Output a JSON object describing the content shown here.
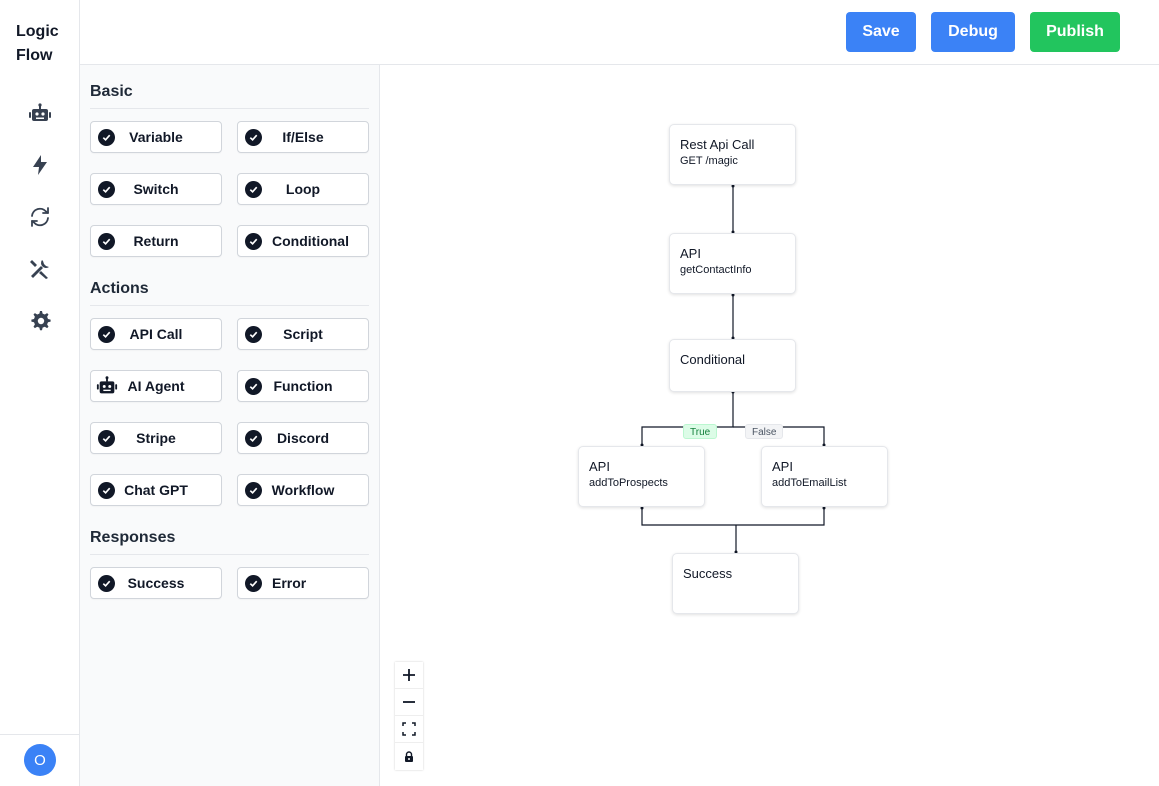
{
  "app": {
    "title_line1": "Logic",
    "title_line2": "Flow"
  },
  "rail": {
    "icons": [
      "robot-icon",
      "bolt-icon",
      "refresh-icon",
      "tools-icon",
      "gear-icon"
    ],
    "avatar_initial": "O",
    "avatar_color": "#3b82f6"
  },
  "toolbar": {
    "save_label": "Save",
    "debug_label": "Debug",
    "publish_label": "Publish",
    "save_color": "#3b82f6",
    "publish_color": "#22c55e"
  },
  "palette": {
    "basic": {
      "title": "Basic",
      "items": [
        "Variable",
        "If/Else",
        "Switch",
        "Loop",
        "Return",
        "Conditional"
      ]
    },
    "actions": {
      "title": "Actions",
      "items": [
        "API Call",
        "Script",
        "AI Agent",
        "Function",
        "Stripe",
        "Discord",
        "Chat GPT",
        "Workflow"
      ]
    },
    "responses": {
      "title": "Responses",
      "items": [
        "Success",
        "Error"
      ]
    }
  },
  "flow": {
    "nodes": [
      {
        "title": "Rest Api Call",
        "subtitle": "GET /magic"
      },
      {
        "title": "API",
        "subtitle": "getContactInfo"
      },
      {
        "title": "Conditional",
        "subtitle": ""
      },
      {
        "title": "API",
        "subtitle": "addToProspects"
      },
      {
        "title": "API",
        "subtitle": "addToEmailList"
      },
      {
        "title": "Success",
        "subtitle": ""
      }
    ],
    "edge_labels": {
      "true_label": "True",
      "false_label": "False"
    }
  },
  "zoom_controls": [
    "zoom-in-icon",
    "zoom-out-icon",
    "fit-view-icon",
    "lock-icon"
  ]
}
